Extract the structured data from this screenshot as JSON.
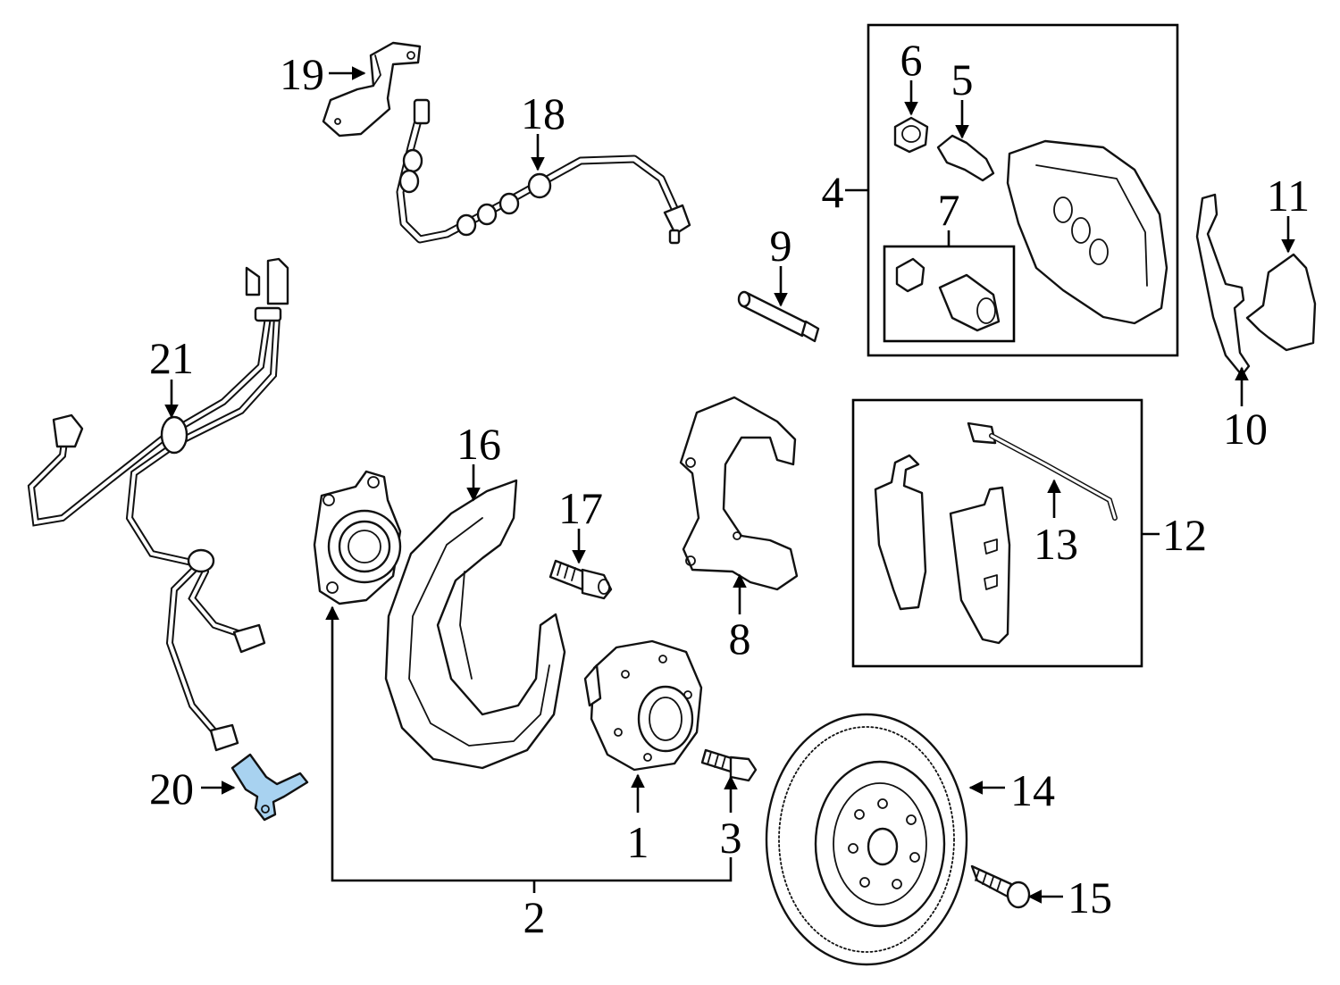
{
  "diagram": {
    "highlight_color": "#a8d2f0",
    "line_color": "#000000",
    "callouts": [
      {
        "id": "1",
        "label": "1"
      },
      {
        "id": "2",
        "label": "2"
      },
      {
        "id": "3",
        "label": "3"
      },
      {
        "id": "4",
        "label": "4"
      },
      {
        "id": "5",
        "label": "5"
      },
      {
        "id": "6",
        "label": "6"
      },
      {
        "id": "7",
        "label": "7"
      },
      {
        "id": "8",
        "label": "8"
      },
      {
        "id": "9",
        "label": "9"
      },
      {
        "id": "10",
        "label": "10"
      },
      {
        "id": "11",
        "label": "11"
      },
      {
        "id": "12",
        "label": "12"
      },
      {
        "id": "13",
        "label": "13"
      },
      {
        "id": "14",
        "label": "14"
      },
      {
        "id": "15",
        "label": "15"
      },
      {
        "id": "16",
        "label": "16"
      },
      {
        "id": "17",
        "label": "17"
      },
      {
        "id": "18",
        "label": "18"
      },
      {
        "id": "19",
        "label": "19"
      },
      {
        "id": "20",
        "label": "20",
        "highlighted": true
      },
      {
        "id": "21",
        "label": "21"
      }
    ]
  }
}
